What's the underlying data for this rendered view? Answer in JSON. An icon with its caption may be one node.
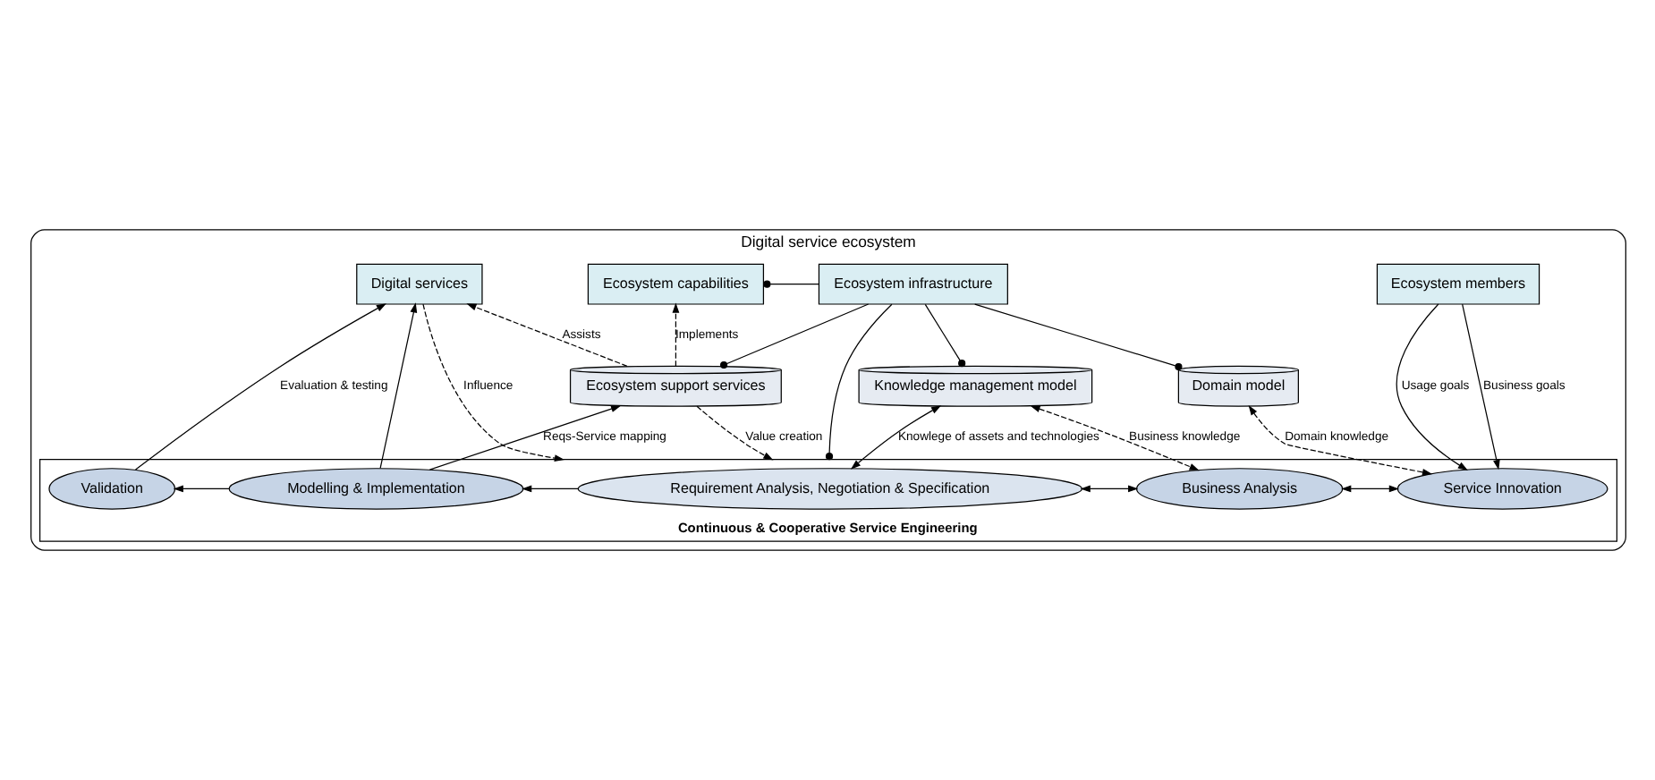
{
  "diagram": {
    "nodes": [
      {
        "text": [
          "Digital service ecosystem"
        ]
      },
      {
        "text": [
          "Ecosystem members"
        ],
        "in": 0
      },
      {
        "text": [
          "Ecosystem infrastructure"
        ],
        "in": 0
      },
      {
        "text": [
          "Ecosystem capabilities"
        ],
        "in": 0
      },
      {
        "text": [
          "Digital services"
        ],
        "in": 0
      },
      {
        "text": [
          "Domain model"
        ],
        "in": 0
      },
      {
        "text": [
          "Knowledge management model"
        ],
        "in": 0
      },
      {
        "text": [
          "Ecosystem support services"
        ],
        "in": 0
      },
      {
        "text": [
          "Continuous & Cooperative Service Engineering"
        ],
        "in": 0
      },
      {
        "text": [
          "Service Innovation"
        ],
        "in": 8
      },
      {
        "text": [
          "Business Analysis"
        ],
        "in": 8
      },
      {
        "text": [
          "Requirement Analysis, Negotiation & Specification"
        ],
        "in": 8
      },
      {
        "text": [
          "Modelling & Implementation"
        ],
        "in": 8
      },
      {
        "text": [
          "Validation"
        ],
        "in": 8
      }
    ],
    "edges": [
      {
        "from": 1,
        "to": 9,
        "arrow": "to",
        "label": "Business goals"
      },
      {
        "from": 1,
        "to": 9,
        "arrow": "to",
        "label": "Usage goals"
      },
      {
        "from": 2,
        "to": 3,
        "arrow": "other"
      },
      {
        "from": 2,
        "to": 5,
        "arrow": "other"
      },
      {
        "from": 2,
        "to": 6,
        "arrow": "other"
      },
      {
        "from": 2,
        "to": 7,
        "arrow": "other"
      },
      {
        "from": 2,
        "to": 8,
        "arrow": "other"
      },
      {
        "from": 5,
        "to": 9,
        "arrow": "both",
        "label": "Domain knowledge",
        "style": "dashed"
      },
      {
        "from": 6,
        "to": 10,
        "arrow": "both",
        "label": "Business knowledge",
        "style": "dashed"
      },
      {
        "from": 6,
        "to": 11,
        "arrow": "both",
        "label": "Knowlege of assets and technologies"
      },
      {
        "from": 4,
        "to": 8,
        "arrow": "to",
        "label": "Influence",
        "style": "dashed"
      },
      {
        "from": 7,
        "to": 8,
        "arrow": "to",
        "label": "Value creation",
        "style": "dashed"
      },
      {
        "from": 7,
        "to": 3,
        "arrow": "to",
        "label": "Implements",
        "style": "dashed"
      },
      {
        "from": 7,
        "to": 4,
        "arrow": "to",
        "label": "Assists",
        "style": "dashed"
      },
      {
        "from": 12,
        "to": 4,
        "arrow": "to"
      },
      {
        "from": 12,
        "to": 7,
        "arrow": "to",
        "label": "Reqs-Service mapping"
      },
      {
        "from": 13,
        "to": 4,
        "arrow": "to",
        "label": "Evaluation & testing"
      },
      {
        "from": 9,
        "to": 10,
        "arrow": "both"
      },
      {
        "from": 10,
        "to": 11,
        "arrow": "both"
      },
      {
        "from": 11,
        "to": 12,
        "arrow": "to"
      },
      {
        "from": 12,
        "to": 13,
        "arrow": "to"
      }
    ]
  }
}
